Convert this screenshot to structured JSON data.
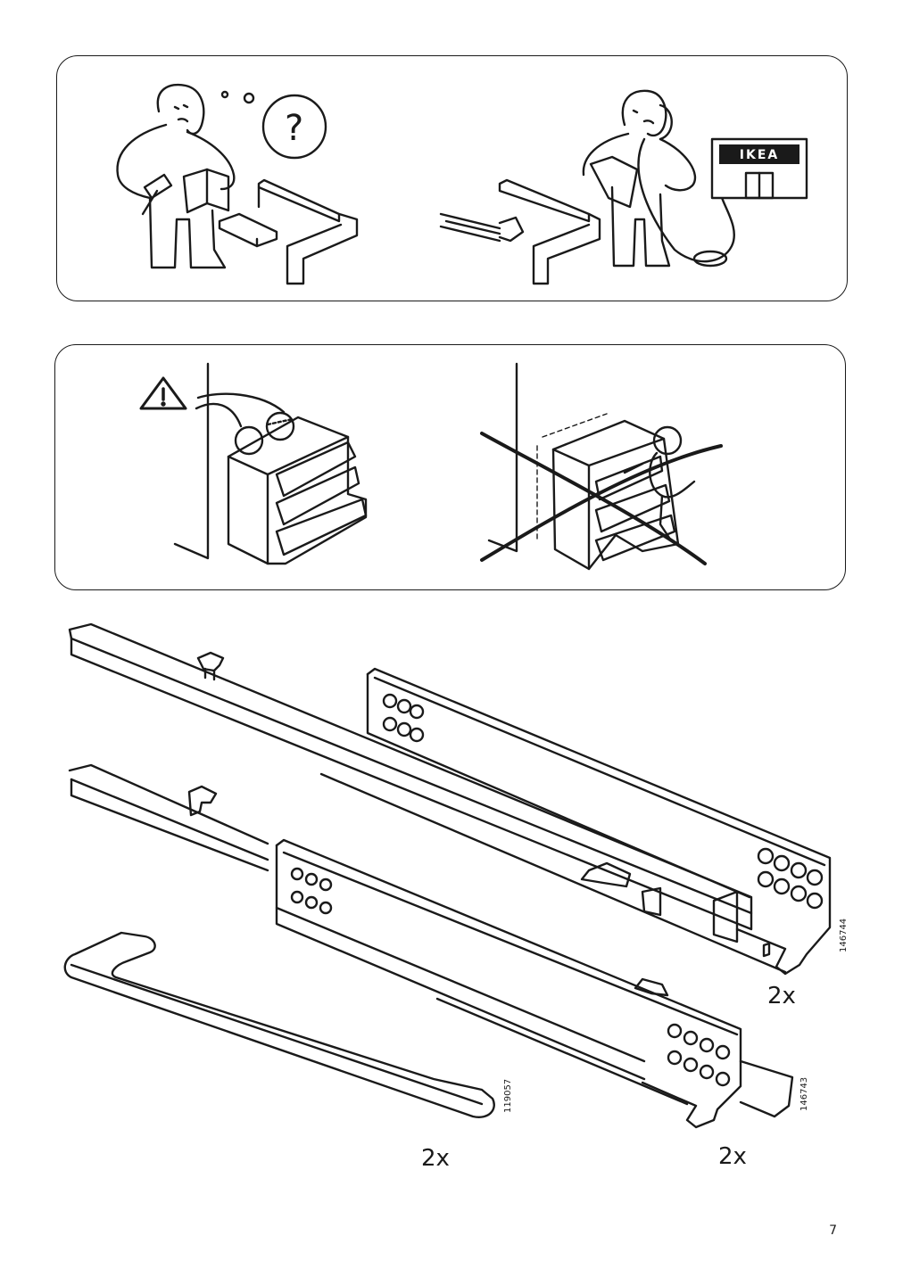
{
  "panels": {
    "help": {
      "sign_text": "IKEA",
      "question_mark": "?"
    }
  },
  "parts": [
    {
      "part_number": "146744",
      "quantity": "2x"
    },
    {
      "part_number": "146743",
      "quantity": "2x"
    },
    {
      "part_number": "119057",
      "quantity": "2x"
    }
  ],
  "page_number": "7",
  "icons": [
    "confused-person-icon",
    "phone-person-icon",
    "ikea-store-icon",
    "warning-triangle-icon",
    "wall-anchor-dresser-icon",
    "child-climbing-crossed-icon",
    "drawer-runner-icon",
    "handle-icon"
  ]
}
